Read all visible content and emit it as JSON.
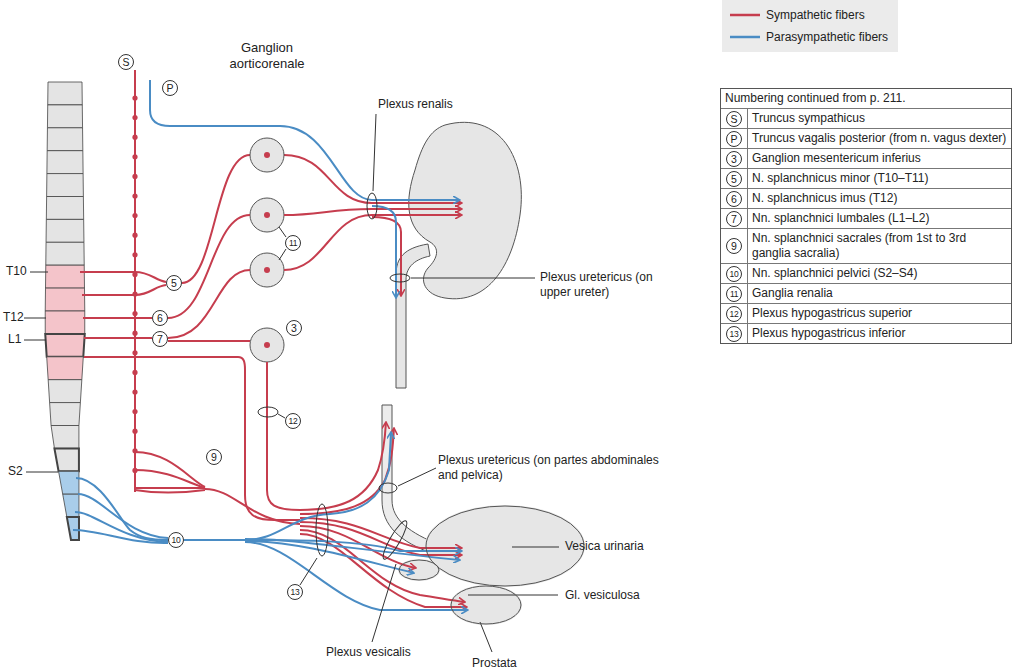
{
  "diagram": {
    "nodes": [
      {
        "text": [
          "Ganglion aorticorenale"
        ]
      },
      {
        "text": [
          "Vesica urinaria"
        ]
      },
      {
        "text": [
          "Gl. vesiculosa"
        ]
      },
      {
        "text": [
          "Prostata"
        ]
      }
    ],
    "labels": [
      "S",
      "P",
      "T10",
      "T12",
      "L1",
      "S2",
      "5",
      "6",
      "7",
      "11",
      "3",
      "12",
      "9",
      "10",
      "13",
      "Plexus renalis",
      "Plexus uretericus (on upper ureter)",
      "Plexus uretericus (on partes abdominales and pelvica)",
      "Plexus vesicalis",
      "Numbering continued from p. 211.",
      "S",
      "Truncus sympathicus",
      "P",
      "Truncus vagalis posterior (from n. vagus dexter)",
      "3",
      "Ganglion mesentericum inferius",
      "5",
      "N. splanchnicus minor (T10–T11)",
      "6",
      "N. splanchnicus imus (T12)",
      "7",
      "Nn. splanchnici lumbales (L1–L2)",
      "9",
      "Nn. splanchnici sacrales (from 1st to 3rd ganglia sacralia)",
      "10",
      "Nn. splanchnici pelvici (S2–S4)",
      "11",
      "Ganglia renalia",
      "12",
      "Plexus hypogastricus superior",
      "13",
      "Plexus hypogastricus inferior"
    ],
    "legend": [
      {
        "text": "Sympathetic fibers",
        "color": "#c63d4e"
      },
      {
        "text": "Parasympathetic fibers",
        "color": "#4a8cc4"
      }
    ]
  }
}
